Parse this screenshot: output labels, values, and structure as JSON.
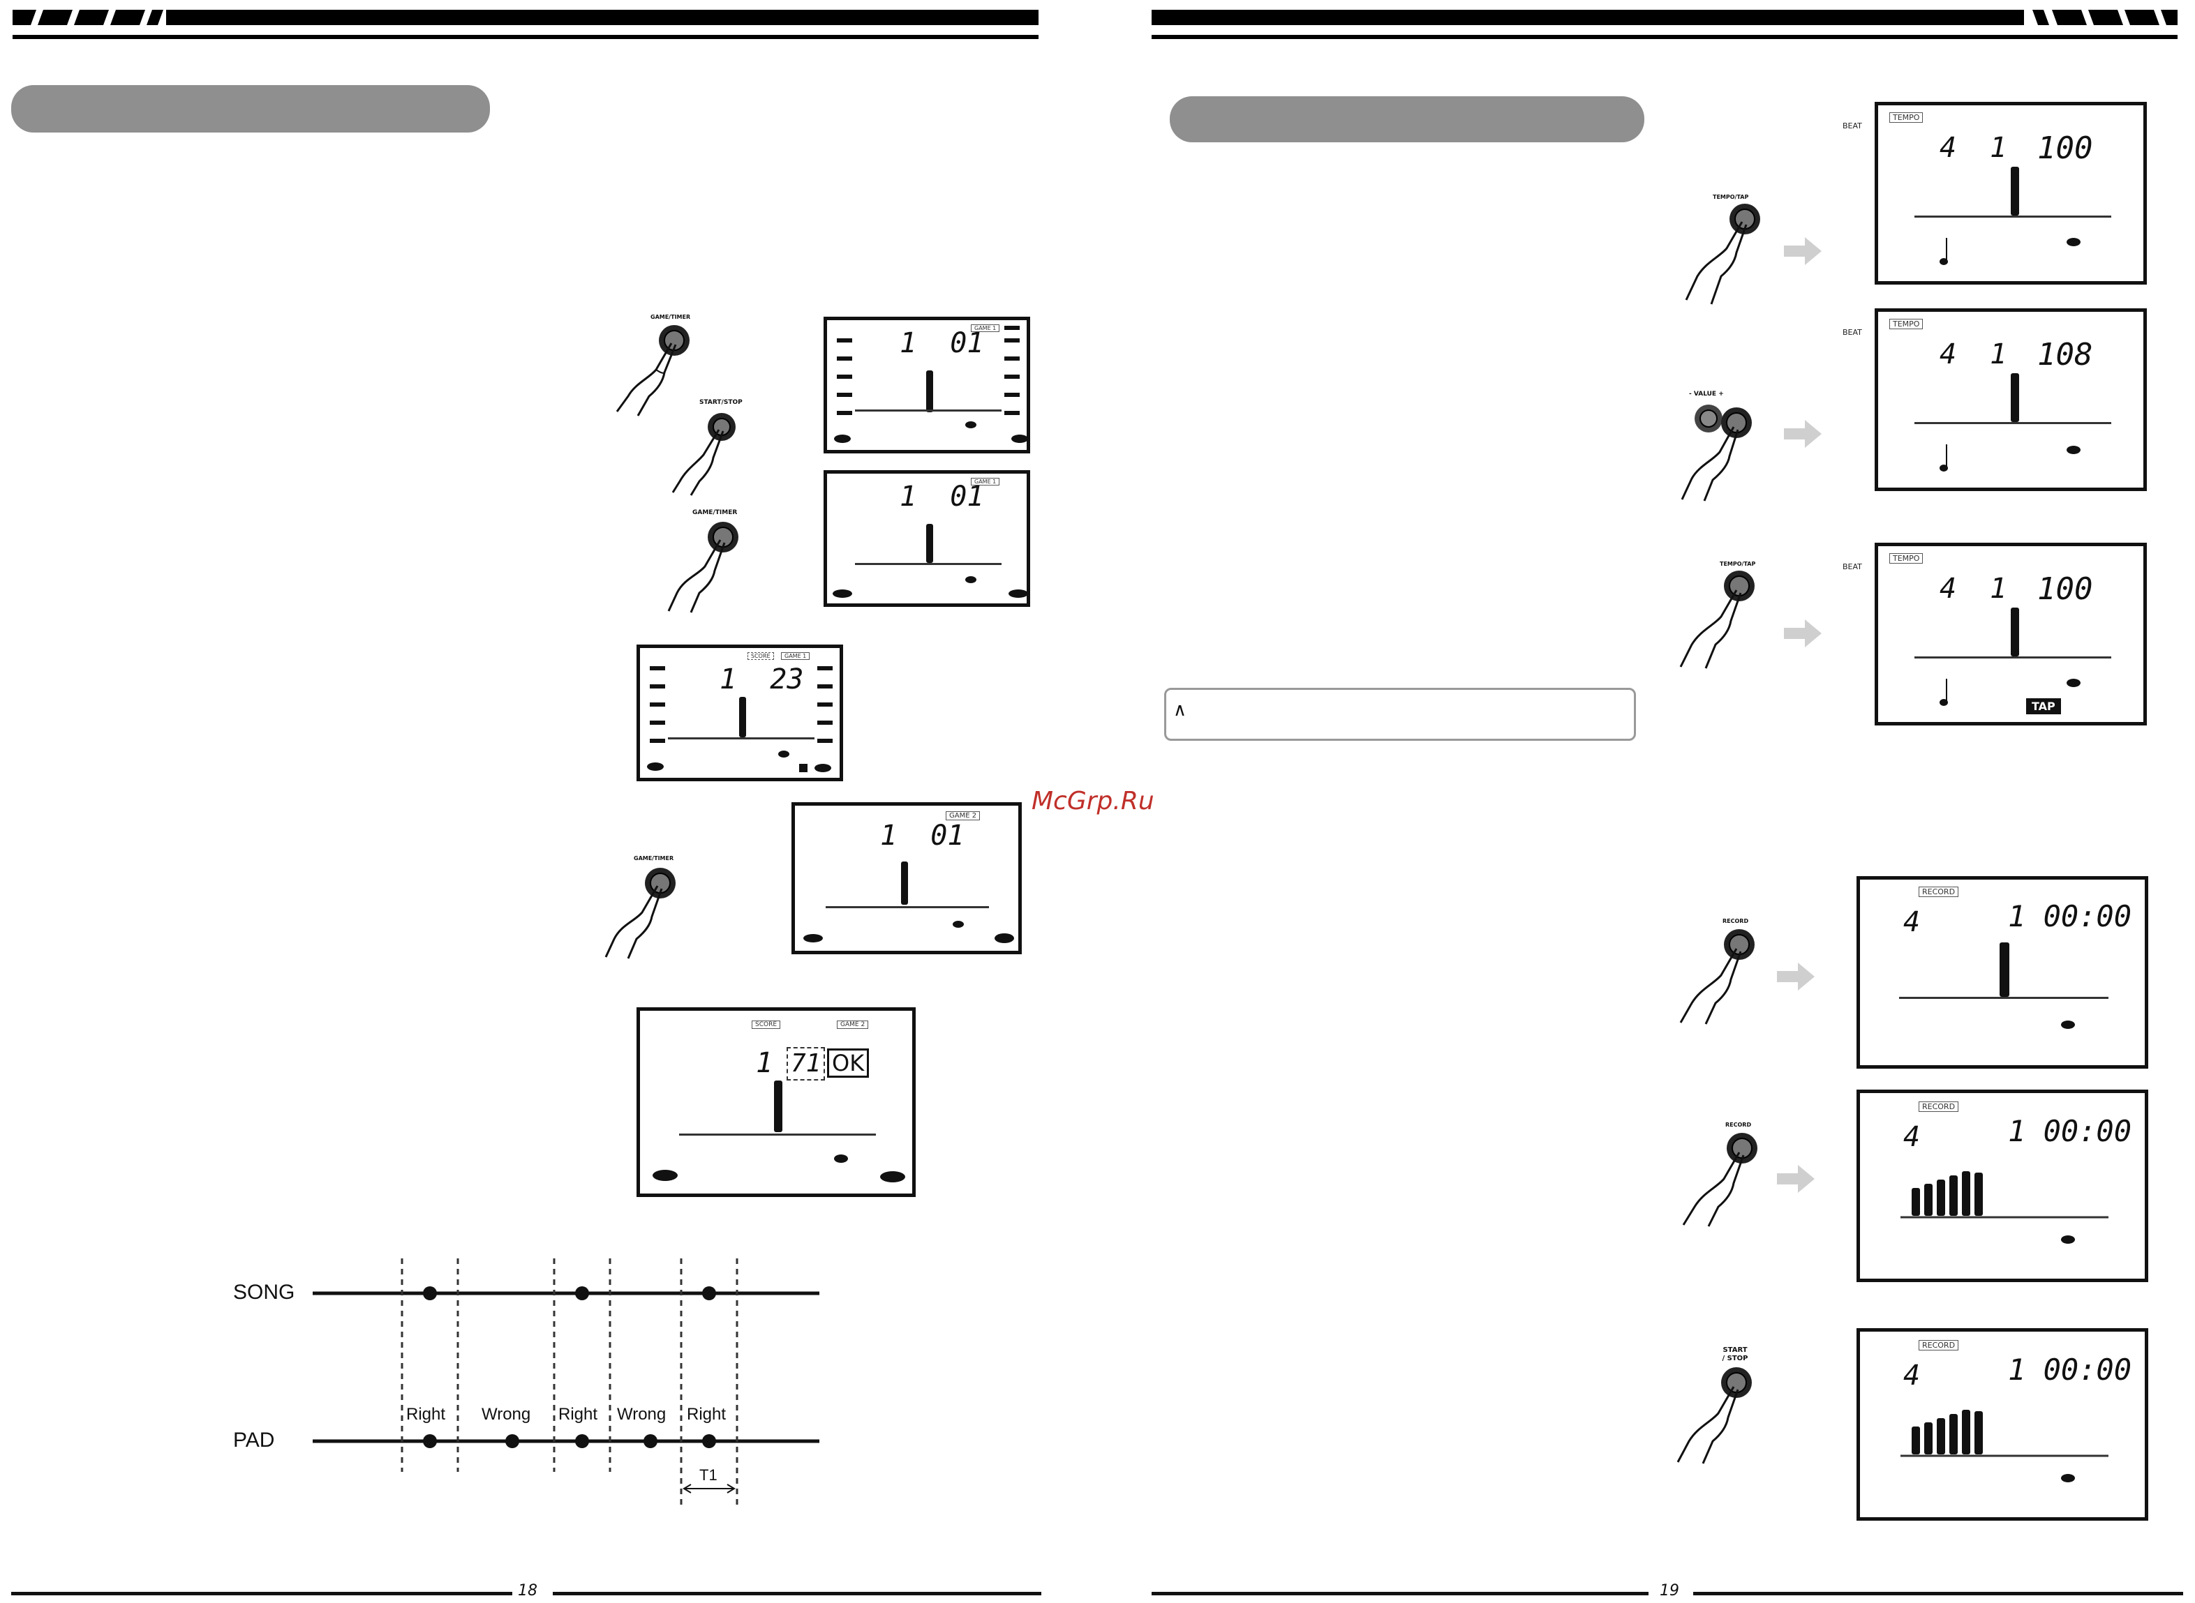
{
  "watermark": "McGrp.Ru",
  "pages": {
    "left_number": "18",
    "right_number": "19"
  },
  "buttons": {
    "game_timer": "GAME/TIMER",
    "start_stop": "START/STOP",
    "tempo_tap": "TEMPO/TAP",
    "value": "- VALUE +",
    "record": "RECORD",
    "start_stop_stacked": "START / STOP"
  },
  "left_displays": {
    "d1": {
      "digits": "1  01",
      "tag": "GAME 1"
    },
    "d2": {
      "digits": "1  01",
      "tag": "GAME 1"
    },
    "d3": {
      "digits": "1  23",
      "tag1": "SCORE",
      "tag2": "GAME 1"
    },
    "d4": {
      "digits": "1  01",
      "tag": "GAME 2"
    },
    "d5": {
      "digits_left": "1",
      "digits_boxed": "71",
      "ok": "OK",
      "tag1": "SCORE",
      "tag2": "GAME 2"
    }
  },
  "right_displays": {
    "beat_label": "BEAT",
    "tempo_tag": "TEMPO",
    "t1": {
      "beat": "4",
      "measure": "1",
      "tempo": "100"
    },
    "t2": {
      "beat": "4",
      "measure": "1",
      "tempo": "108"
    },
    "t3": {
      "beat": "4",
      "measure": "1",
      "tempo": "100",
      "tap": "TAP"
    },
    "record_tag": "RECORD",
    "r1": {
      "beat": "4",
      "time": "1 00:00"
    },
    "r2": {
      "beat": "4",
      "time": "1 00:00"
    },
    "r3": {
      "beat": "4",
      "time": "1 00:00"
    }
  },
  "note_box_text": "∧",
  "timeline": {
    "song_label": "SONG",
    "pad_label": "PAD",
    "judgements": [
      "Right",
      "Wrong",
      "Right",
      "Wrong",
      "Right"
    ],
    "interval_label": "T1"
  }
}
